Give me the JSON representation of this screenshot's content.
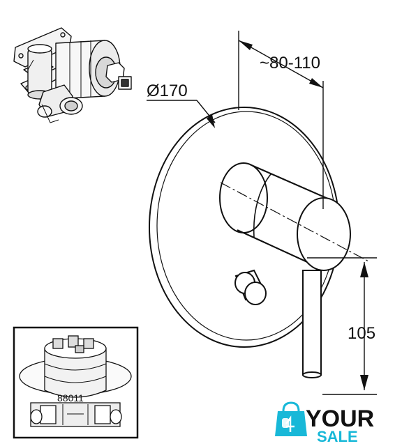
{
  "dimensions": {
    "depth": "~80-110",
    "diameter": "Ø170",
    "height": "105"
  },
  "inset": {
    "part_number": "88011"
  },
  "logo": {
    "word1": "YOUR",
    "word2": "SALE",
    "accent_color": "#18b8d8"
  }
}
